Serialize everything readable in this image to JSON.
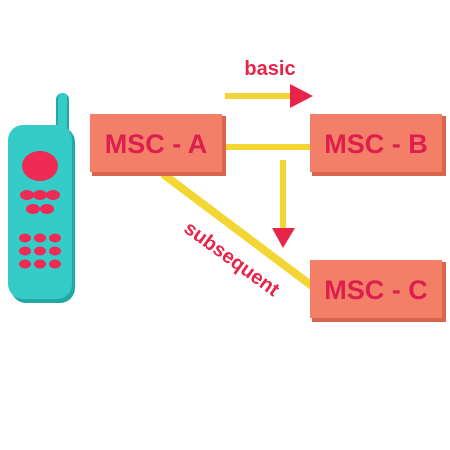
{
  "colors": {
    "box_fill": "#f47f68",
    "box_shadow": "#d9654f",
    "box_text": "#dd1f4d",
    "connector": "#f3d533",
    "arrowhead": "#e82449",
    "edge_label": "#e82449",
    "phone_body": "#35ccc7",
    "phone_shadow": "#22a9a5",
    "phone_buttons": "#ee2a55"
  },
  "nodes": {
    "msc_a": {
      "label": "MSC - A"
    },
    "msc_b": {
      "label": "MSC - B"
    },
    "msc_c": {
      "label": "MSC - C"
    }
  },
  "edges": {
    "basic": {
      "label": "basic"
    },
    "subsequent": {
      "label": "subsequent"
    }
  },
  "icons": {
    "phone": "mobile-phone-icon"
  }
}
